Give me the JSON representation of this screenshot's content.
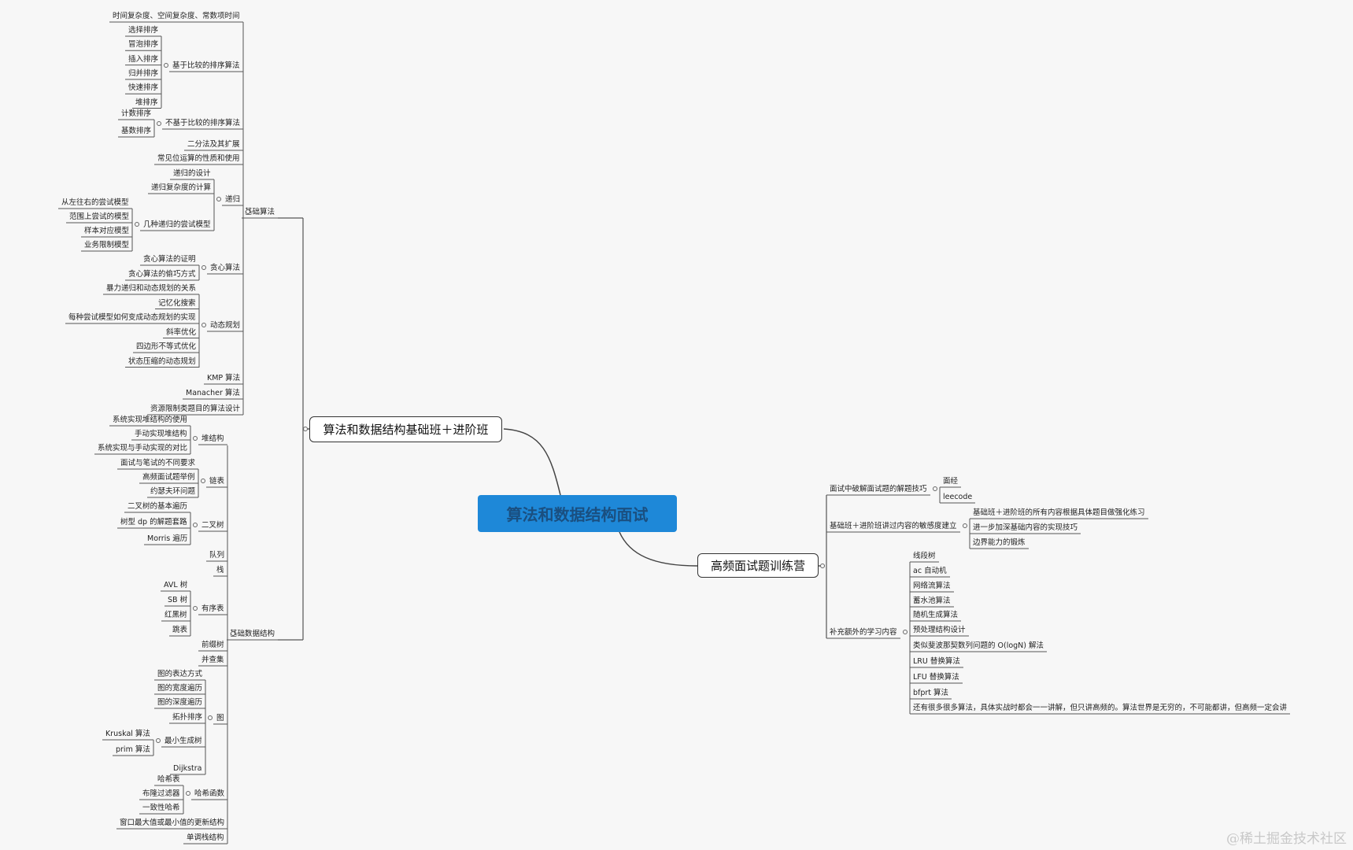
{
  "root": "算法和数据结构面试",
  "watermark": "@稀土掘金技术社区",
  "left_branch": {
    "label": "算法和数据结构基础班＋进阶班",
    "basic_algorithms": {
      "label": "基础算法",
      "complexity": "时间复杂度、空间复杂度、常数项时间",
      "comparison_sort": {
        "label": "基于比较的排序算法",
        "items": [
          "选择排序",
          "冒泡排序",
          "插入排序",
          "归并排序",
          "快速排序",
          "堆排序"
        ]
      },
      "non_comparison_sort": {
        "label": "不基于比较的排序算法",
        "items": [
          "计数排序",
          "基数排序"
        ]
      },
      "binary_search": "二分法及其扩展",
      "bit_ops": "常见位运算的性质和使用",
      "recursion": {
        "label": "递归",
        "design": "递归的设计",
        "complexity": "递归复杂度的计算",
        "models": {
          "label": "几种递归的尝试模型",
          "items": [
            "从左往右的尝试模型",
            "范围上尝试的模型",
            "样本对应模型",
            "业务限制模型"
          ]
        }
      },
      "greedy": {
        "label": "贪心算法",
        "items": [
          "贪心算法的证明",
          "贪心算法的偷巧方式"
        ]
      },
      "dp": {
        "label": "动态规划",
        "items": [
          "暴力递归和动态规划的关系",
          "记忆化搜索",
          "每种尝试模型如何变成动态规划的实现",
          "斜率优化",
          "四边形不等式优化",
          "状态压缩的动态规划"
        ]
      },
      "kmp": "KMP 算法",
      "manacher": "Manacher 算法",
      "resource": "资源限制类题目的算法设计"
    },
    "basic_ds": {
      "label": "基础数据结构",
      "heap": {
        "label": "堆结构",
        "items": [
          "系统实现堆结构的使用",
          "手动实现堆结构",
          "系统实现与手动实现的对比"
        ]
      },
      "linked_list": {
        "label": "链表",
        "items": [
          "面试与笔试的不同要求",
          "高频面试题举例",
          "约瑟夫环问题"
        ]
      },
      "binary_tree": {
        "label": "二叉树",
        "items": [
          "二叉树的基本遍历",
          "树型 dp 的解题套路",
          "Morris 遍历"
        ]
      },
      "queue": "队列",
      "stack": "栈",
      "ordered_table": {
        "label": "有序表",
        "items": [
          "AVL 树",
          "SB 树",
          "红黑树",
          "跳表"
        ]
      },
      "trie": "前缀树",
      "union_find": "并查集",
      "graph": {
        "label": "图",
        "items": [
          "图的表达方式",
          "图的宽度遍历",
          "图的深度遍历",
          "拓扑排序"
        ],
        "mst": {
          "label": "最小生成树",
          "items": [
            "Kruskal 算法",
            "prim 算法"
          ]
        },
        "dijkstra": "Dijkstra"
      },
      "hash": {
        "label": "哈希函数",
        "items": [
          "哈希表",
          "布隆过滤器",
          "一致性哈希"
        ]
      },
      "window": "窗口最大值或最小值的更新结构",
      "mono_stack": "单调栈结构"
    }
  },
  "right_branch": {
    "label": "高频面试题训练营",
    "tips": {
      "label": "面试中破解面试题的解题技巧",
      "items": [
        "面经",
        "leecode"
      ]
    },
    "sensitivity": {
      "label": "基础班＋进阶班讲过内容的敏感度建立",
      "items": [
        "基础班＋进阶班的所有内容根据具体题目做强化练习",
        "进一步加深基础内容的实现技巧",
        "边界能力的锻炼"
      ]
    },
    "extra": {
      "label": "补充额外的学习内容",
      "items": [
        "线段树",
        "ac 自动机",
        "网络流算法",
        "蓄水池算法",
        "随机生成算法",
        "预处理结构设计",
        "类似斐波那契数列问题的 O(logN) 解法",
        "LRU 替换算法",
        "LFU 替换算法",
        "bfprt 算法",
        "还有很多很多算法，具体实战时都会一一讲解，但只讲高频的。算法世界是无穷的，不可能都讲，但高频一定会讲"
      ]
    }
  }
}
